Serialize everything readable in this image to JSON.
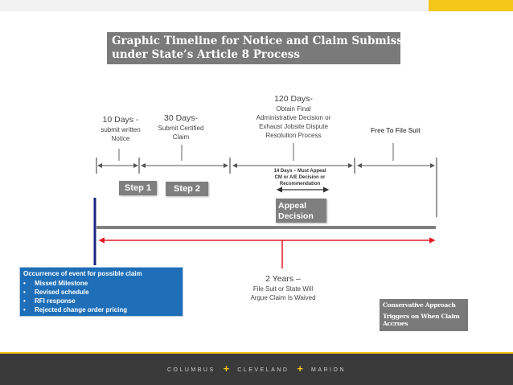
{
  "title": {
    "line1": "Graphic Timeline for Notice and Claim Submission",
    "line2": "under State’s Article 8 Process"
  },
  "periods": [
    {
      "big": "10 Days -",
      "small": [
        "submit written",
        "Notice"
      ]
    },
    {
      "big": "30 Days-",
      "small": [
        "Submit Certified",
        "Claim"
      ]
    },
    {
      "big": "120 Days-",
      "small": [
        "Obtain Final",
        "Administrative Decision or",
        "Exhaust Jobsite Dispute",
        "Resolution Process"
      ]
    },
    {
      "big": "",
      "small": [
        "Free To File Suit"
      ]
    }
  ],
  "appeal_window": {
    "lines": [
      "14 Days – Must Appeal",
      "CM or A/E Decision or",
      "Recommendation"
    ]
  },
  "steps": [
    "Step 1",
    "Step 2"
  ],
  "appeal_decision": [
    "Appeal",
    "Decision"
  ],
  "two_years": {
    "big": "2 Years –",
    "small": [
      "File Suit or State Will",
      "Argue Claim Is Waived"
    ]
  },
  "event_box": {
    "header": "Occurrence of event for possible claim",
    "items": [
      "Missed Milestone",
      "Revised schedule",
      "RFI response",
      "Rejected change order pricing"
    ],
    "bullet": "•"
  },
  "conservative": {
    "line1": "Conservative Approach",
    "line2": "Triggers on When Claim Accrues"
  },
  "footer": {
    "cities": [
      "COLUMBUS",
      "CLEVELAND",
      "MARION"
    ],
    "separator": "+"
  },
  "colors": {
    "accent": "#f5c518",
    "arrow_red": "#e31b23",
    "event_blue": "#1f6fb8",
    "timeline_blue": "#1a237e",
    "gray_bar": "#7f7f7f"
  }
}
